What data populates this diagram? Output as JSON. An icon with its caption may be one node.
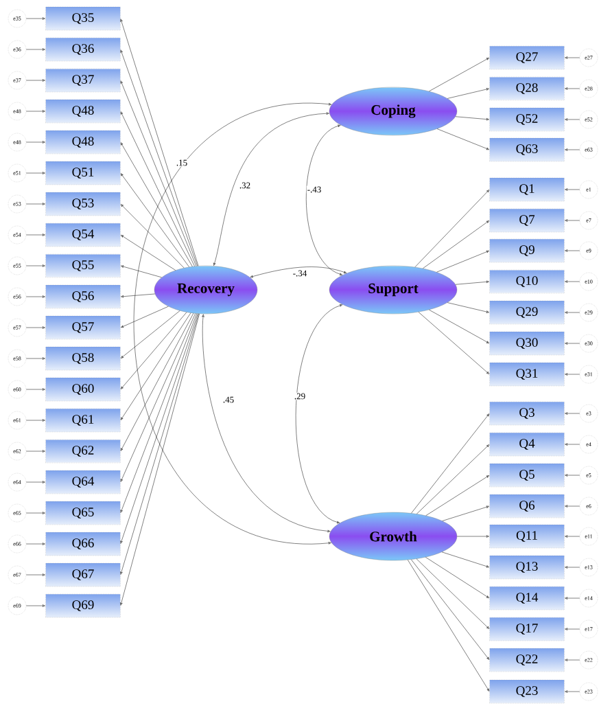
{
  "diagram": {
    "nodes": [
      {
        "text": [
          "e35"
        ]
      },
      {
        "text": [
          "e36"
        ]
      },
      {
        "text": [
          "e37"
        ]
      },
      {
        "text": [
          "e48"
        ]
      },
      {
        "text": [
          "e48"
        ]
      },
      {
        "text": [
          "e51"
        ]
      },
      {
        "text": [
          "e53"
        ]
      },
      {
        "text": [
          "e54"
        ]
      },
      {
        "text": [
          "e55"
        ]
      },
      {
        "text": [
          "e56"
        ]
      },
      {
        "text": [
          "e57"
        ]
      },
      {
        "text": [
          "e58"
        ]
      },
      {
        "text": [
          "e60"
        ]
      },
      {
        "text": [
          "e61"
        ]
      },
      {
        "text": [
          "e62"
        ]
      },
      {
        "text": [
          "e64"
        ]
      },
      {
        "text": [
          "e65"
        ]
      },
      {
        "text": [
          "e66"
        ]
      },
      {
        "text": [
          "e67"
        ]
      },
      {
        "text": [
          "e69"
        ]
      },
      {
        "text": [
          "Q35"
        ]
      },
      {
        "text": [
          "Q36"
        ]
      },
      {
        "text": [
          "Q37"
        ]
      },
      {
        "text": [
          "Q48"
        ]
      },
      {
        "text": [
          "Q48"
        ]
      },
      {
        "text": [
          "Q51"
        ]
      },
      {
        "text": [
          "Q53"
        ]
      },
      {
        "text": [
          "Q54"
        ]
      },
      {
        "text": [
          "Q55"
        ]
      },
      {
        "text": [
          "Q56"
        ]
      },
      {
        "text": [
          "Q57"
        ]
      },
      {
        "text": [
          "Q58"
        ]
      },
      {
        "text": [
          "Q60"
        ]
      },
      {
        "text": [
          "Q61"
        ]
      },
      {
        "text": [
          "Q62"
        ]
      },
      {
        "text": [
          "Q64"
        ]
      },
      {
        "text": [
          "Q65"
        ]
      },
      {
        "text": [
          "Q66"
        ]
      },
      {
        "text": [
          "Q67"
        ]
      },
      {
        "text": [
          "Q69"
        ]
      },
      {
        "text": [
          "Coping"
        ]
      },
      {
        "text": [
          "Recovery"
        ]
      },
      {
        "text": [
          "Support"
        ]
      },
      {
        "text": [
          "Growth"
        ]
      },
      {
        "text": [
          "Q27"
        ]
      },
      {
        "text": [
          "Q28"
        ]
      },
      {
        "text": [
          "Q52"
        ]
      },
      {
        "text": [
          "Q63"
        ]
      },
      {
        "text": [
          "Q1"
        ]
      },
      {
        "text": [
          "Q7"
        ]
      },
      {
        "text": [
          "Q9"
        ]
      },
      {
        "text": [
          "Q10"
        ]
      },
      {
        "text": [
          "Q29"
        ]
      },
      {
        "text": [
          "Q30"
        ]
      },
      {
        "text": [
          "Q31"
        ]
      },
      {
        "text": [
          "Q3"
        ]
      },
      {
        "text": [
          "Q4"
        ]
      },
      {
        "text": [
          "Q5"
        ]
      },
      {
        "text": [
          "Q6"
        ]
      },
      {
        "text": [
          "Q11"
        ]
      },
      {
        "text": [
          "Q13"
        ]
      },
      {
        "text": [
          "Q14"
        ]
      },
      {
        "text": [
          "Q17"
        ]
      },
      {
        "text": [
          "Q22"
        ]
      },
      {
        "text": [
          "Q23"
        ]
      },
      {
        "text": [
          "e27"
        ]
      },
      {
        "text": [
          "e28"
        ]
      },
      {
        "text": [
          "e52"
        ]
      },
      {
        "text": [
          "e63"
        ]
      },
      {
        "text": [
          "e1"
        ]
      },
      {
        "text": [
          "e7"
        ]
      },
      {
        "text": [
          "e9"
        ]
      },
      {
        "text": [
          "e10"
        ]
      },
      {
        "text": [
          "e29"
        ]
      },
      {
        "text": [
          "e30"
        ]
      },
      {
        "text": [
          "e31"
        ]
      },
      {
        "text": [
          "e3"
        ]
      },
      {
        "text": [
          "e4"
        ]
      },
      {
        "text": [
          "e5"
        ]
      },
      {
        "text": [
          "e6"
        ]
      },
      {
        "text": [
          "e11"
        ]
      },
      {
        "text": [
          "e13"
        ]
      },
      {
        "text": [
          "e14"
        ]
      },
      {
        "text": [
          "e17"
        ]
      },
      {
        "text": [
          "e22"
        ]
      },
      {
        "text": [
          "e23"
        ]
      }
    ],
    "edges": [
      {
        "from": 0,
        "to": 20,
        "arrow": "to"
      },
      {
        "from": 1,
        "to": 21,
        "arrow": "to"
      },
      {
        "from": 2,
        "to": 22,
        "arrow": "to"
      },
      {
        "from": 3,
        "to": 23,
        "arrow": "to"
      },
      {
        "from": 4,
        "to": 24,
        "arrow": "to"
      },
      {
        "from": 5,
        "to": 25,
        "arrow": "to"
      },
      {
        "from": 6,
        "to": 26,
        "arrow": "to"
      },
      {
        "from": 7,
        "to": 27,
        "arrow": "to"
      },
      {
        "from": 8,
        "to": 28,
        "arrow": "to"
      },
      {
        "from": 9,
        "to": 29,
        "arrow": "to"
      },
      {
        "from": 10,
        "to": 30,
        "arrow": "to"
      },
      {
        "from": 11,
        "to": 31,
        "arrow": "to"
      },
      {
        "from": 12,
        "to": 32,
        "arrow": "to"
      },
      {
        "from": 13,
        "to": 33,
        "arrow": "to"
      },
      {
        "from": 14,
        "to": 34,
        "arrow": "to"
      },
      {
        "from": 15,
        "to": 35,
        "arrow": "to"
      },
      {
        "from": 16,
        "to": 36,
        "arrow": "to"
      },
      {
        "from": 17,
        "to": 37,
        "arrow": "to"
      },
      {
        "from": 18,
        "to": 38,
        "arrow": "to"
      },
      {
        "from": 19,
        "to": 39,
        "arrow": "to"
      },
      {
        "from": 41,
        "to": 20,
        "arrow": "to"
      },
      {
        "from": 41,
        "to": 21,
        "arrow": "to"
      },
      {
        "from": 41,
        "to": 22,
        "arrow": "to"
      },
      {
        "from": 41,
        "to": 23,
        "arrow": "to"
      },
      {
        "from": 41,
        "to": 24,
        "arrow": "to"
      },
      {
        "from": 41,
        "to": 25,
        "arrow": "to"
      },
      {
        "from": 41,
        "to": 26,
        "arrow": "to"
      },
      {
        "from": 41,
        "to": 27,
        "arrow": "to"
      },
      {
        "from": 41,
        "to": 28,
        "arrow": "to"
      },
      {
        "from": 41,
        "to": 29,
        "arrow": "to"
      },
      {
        "from": 41,
        "to": 30,
        "arrow": "to"
      },
      {
        "from": 41,
        "to": 31,
        "arrow": "to"
      },
      {
        "from": 41,
        "to": 32,
        "arrow": "to"
      },
      {
        "from": 41,
        "to": 33,
        "arrow": "to"
      },
      {
        "from": 41,
        "to": 34,
        "arrow": "to"
      },
      {
        "from": 41,
        "to": 35,
        "arrow": "to"
      },
      {
        "from": 41,
        "to": 36,
        "arrow": "to"
      },
      {
        "from": 41,
        "to": 37,
        "arrow": "to"
      },
      {
        "from": 41,
        "to": 38,
        "arrow": "to"
      },
      {
        "from": 41,
        "to": 39,
        "arrow": "to"
      },
      {
        "from": 65,
        "to": 44,
        "arrow": "to"
      },
      {
        "from": 66,
        "to": 45,
        "arrow": "to"
      },
      {
        "from": 67,
        "to": 46,
        "arrow": "to"
      },
      {
        "from": 68,
        "to": 47,
        "arrow": "to"
      },
      {
        "from": 69,
        "to": 48,
        "arrow": "to"
      },
      {
        "from": 70,
        "to": 49,
        "arrow": "to"
      },
      {
        "from": 71,
        "to": 50,
        "arrow": "to"
      },
      {
        "from": 72,
        "to": 51,
        "arrow": "to"
      },
      {
        "from": 73,
        "to": 52,
        "arrow": "to"
      },
      {
        "from": 74,
        "to": 53,
        "arrow": "to"
      },
      {
        "from": 75,
        "to": 54,
        "arrow": "to"
      },
      {
        "from": 76,
        "to": 55,
        "arrow": "to"
      },
      {
        "from": 77,
        "to": 56,
        "arrow": "to"
      },
      {
        "from": 78,
        "to": 57,
        "arrow": "to"
      },
      {
        "from": 79,
        "to": 58,
        "arrow": "to"
      },
      {
        "from": 80,
        "to": 59,
        "arrow": "to"
      },
      {
        "from": 81,
        "to": 60,
        "arrow": "to"
      },
      {
        "from": 82,
        "to": 61,
        "arrow": "to"
      },
      {
        "from": 83,
        "to": 62,
        "arrow": "to"
      },
      {
        "from": 84,
        "to": 63,
        "arrow": "to"
      },
      {
        "from": 85,
        "to": 64,
        "arrow": "to"
      },
      {
        "from": 40,
        "to": 44,
        "arrow": "to"
      },
      {
        "from": 40,
        "to": 45,
        "arrow": "to"
      },
      {
        "from": 40,
        "to": 46,
        "arrow": "to"
      },
      {
        "from": 40,
        "to": 47,
        "arrow": "to"
      },
      {
        "from": 42,
        "to": 48,
        "arrow": "to"
      },
      {
        "from": 42,
        "to": 49,
        "arrow": "to"
      },
      {
        "from": 42,
        "to": 50,
        "arrow": "to"
      },
      {
        "from": 42,
        "to": 51,
        "arrow": "to"
      },
      {
        "from": 42,
        "to": 52,
        "arrow": "to"
      },
      {
        "from": 42,
        "to": 53,
        "arrow": "to"
      },
      {
        "from": 42,
        "to": 54,
        "arrow": "to"
      },
      {
        "from": 43,
        "to": 55,
        "arrow": "to"
      },
      {
        "from": 43,
        "to": 56,
        "arrow": "to"
      },
      {
        "from": 43,
        "to": 57,
        "arrow": "to"
      },
      {
        "from": 43,
        "to": 58,
        "arrow": "to"
      },
      {
        "from": 43,
        "to": 59,
        "arrow": "to"
      },
      {
        "from": 43,
        "to": 60,
        "arrow": "to"
      },
      {
        "from": 43,
        "to": 61,
        "arrow": "to"
      },
      {
        "from": 43,
        "to": 62,
        "arrow": "to"
      },
      {
        "from": 43,
        "to": 63,
        "arrow": "to"
      },
      {
        "from": 43,
        "to": 64,
        "arrow": "to"
      },
      {
        "from": 40,
        "to": 43,
        "arrow": "both",
        "label": ".15"
      },
      {
        "from": 40,
        "to": 41,
        "arrow": "both",
        "label": ".32"
      },
      {
        "from": 40,
        "to": 42,
        "arrow": "both",
        "label": "-.43"
      },
      {
        "from": 41,
        "to": 42,
        "arrow": "both",
        "label": "-.34"
      },
      {
        "from": 41,
        "to": 43,
        "arrow": "both",
        "label": ".45"
      },
      {
        "from": 42,
        "to": 43,
        "arrow": "both",
        "label": ".29"
      }
    ]
  }
}
